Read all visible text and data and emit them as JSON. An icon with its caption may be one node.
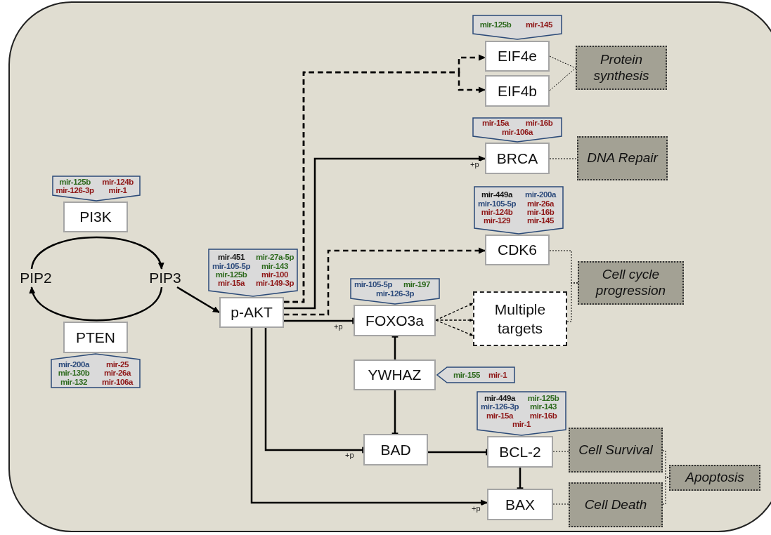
{
  "diagram": {
    "nodes": [
      {
        "text": [
          "PIP2"
        ]
      },
      {
        "text": [
          "PIP3"
        ]
      },
      {
        "text": [
          "PI3K"
        ]
      },
      {
        "text": [
          "PTEN"
        ]
      },
      {
        "text": [
          "p-AKT"
        ]
      },
      {
        "text": [
          "EIF4e"
        ]
      },
      {
        "text": [
          "EIF4b"
        ]
      },
      {
        "text": [
          "BRCA"
        ]
      },
      {
        "text": [
          "CDK6"
        ]
      },
      {
        "text": [
          "FOXO3a"
        ]
      },
      {
        "text": [
          "Multiple targets"
        ]
      },
      {
        "text": [
          "YWHAZ"
        ]
      },
      {
        "text": [
          "BAD"
        ]
      },
      {
        "text": [
          "BCL-2"
        ]
      },
      {
        "text": [
          "BAX"
        ]
      },
      {
        "text": [
          "Protein synthesis"
        ]
      },
      {
        "text": [
          "DNA Repair"
        ]
      },
      {
        "text": [
          "Cell cycle progression"
        ]
      },
      {
        "text": [
          "Cell Survival"
        ]
      },
      {
        "text": [
          "Cell Death"
        ]
      },
      {
        "text": [
          "Apoptosis"
        ]
      },
      {
        "text": [
          "mir-125b",
          "mir-124b",
          "mir-126-3p",
          "mir-1"
        ]
      },
      {
        "text": [
          "mir-200a",
          "mir-25",
          "mir-130b",
          "mir-26a",
          "mir-132",
          "mir-106a"
        ]
      },
      {
        "text": [
          "mir-451",
          "mir-27a-5p",
          "mir-105-5p",
          "mir-143",
          "mir-125b",
          "mir-100",
          "mir-15a",
          "mir-149-3p"
        ]
      },
      {
        "text": [
          "mir-125b",
          "mir-145"
        ]
      },
      {
        "text": [
          "mir-15a",
          "mir-16b",
          "mir-106a"
        ]
      },
      {
        "text": [
          "mir-449a",
          "mir-200a",
          "mir-105-5p",
          "mir-26a",
          "mir-124b",
          "mir-16b",
          "mir-129",
          "mir-145"
        ]
      },
      {
        "text": [
          "mir-105-5p",
          "mir-197",
          "mir-126-3p"
        ]
      },
      {
        "text": [
          "mir-155",
          "mir-1"
        ]
      },
      {
        "text": [
          "mir-449a",
          "mir-125b",
          "mir-126-3p",
          "mir-143",
          "mir-15a",
          "mir-16b",
          "mir-1"
        ]
      }
    ],
    "edges": [
      {
        "from": 0,
        "to": 1,
        "arrow": "to"
      },
      {
        "from": 1,
        "to": 0,
        "arrow": "to"
      },
      {
        "from": 1,
        "to": 4,
        "arrow": "to"
      },
      {
        "from": 4,
        "to": 5,
        "arrow": "to",
        "style": "dashed"
      },
      {
        "from": 4,
        "to": 6,
        "arrow": "to",
        "style": "dashed"
      },
      {
        "from": 4,
        "to": 7,
        "arrow": "to",
        "label": "+p"
      },
      {
        "from": 4,
        "to": 8,
        "arrow": "to",
        "style": "dashed"
      },
      {
        "from": 4,
        "to": 9,
        "arrow": "other",
        "label": "+p"
      },
      {
        "from": 4,
        "to": 12,
        "arrow": "other",
        "label": "+p"
      },
      {
        "from": 4,
        "to": 14,
        "arrow": "to",
        "label": "+p"
      },
      {
        "from": 11,
        "to": 9,
        "arrow": "other"
      },
      {
        "from": 11,
        "to": 12,
        "arrow": "other"
      },
      {
        "from": 12,
        "to": 13,
        "arrow": "other"
      },
      {
        "from": 13,
        "to": 14,
        "arrow": "other"
      },
      {
        "from": 9,
        "to": 10,
        "arrow": "to",
        "style": "dashed"
      },
      {
        "from": 9,
        "to": 10,
        "arrow": "to",
        "style": "dashed"
      },
      {
        "from": 9,
        "to": 10,
        "arrow": "to",
        "style": "dashed"
      },
      {
        "from": 5,
        "to": 15,
        "arrow": "none",
        "style": "dashed"
      },
      {
        "from": 6,
        "to": 15,
        "arrow": "none",
        "style": "dashed"
      },
      {
        "from": 7,
        "to": 16,
        "arrow": "none",
        "style": "dashed"
      },
      {
        "from": 8,
        "to": 17,
        "arrow": "none",
        "style": "dashed"
      },
      {
        "from": 10,
        "to": 17,
        "arrow": "none",
        "style": "dashed"
      },
      {
        "from": 13,
        "to": 18,
        "arrow": "none",
        "style": "dashed"
      },
      {
        "from": 14,
        "to": 19,
        "arrow": "none",
        "style": "dashed"
      },
      {
        "from": 18,
        "to": 20,
        "arrow": "none",
        "style": "dashed"
      },
      {
        "from": 19,
        "to": 20,
        "arrow": "none",
        "style": "dashed"
      }
    ]
  }
}
